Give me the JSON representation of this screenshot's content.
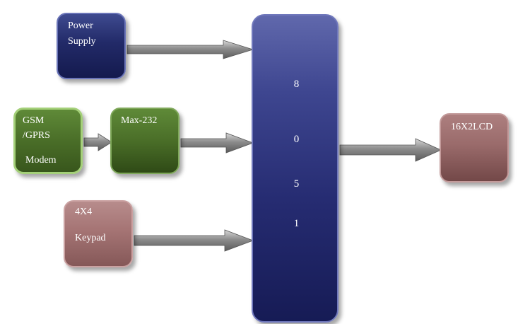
{
  "blocks": {
    "power_supply": [
      "Power",
      "Supply"
    ],
    "gsm_modem": [
      "GSM",
      "/GPRS",
      "Modem"
    ],
    "max232": "Max-232",
    "keypad": [
      "4X4",
      "Keypad"
    ],
    "mcu": [
      "8",
      "0",
      "5",
      "1"
    ],
    "lcd": "16X2LCD"
  },
  "colors": {
    "navy_block": "#222a68",
    "green_block": "#4a6e28",
    "rose_block": "#a57474",
    "arrow": "#909090"
  }
}
